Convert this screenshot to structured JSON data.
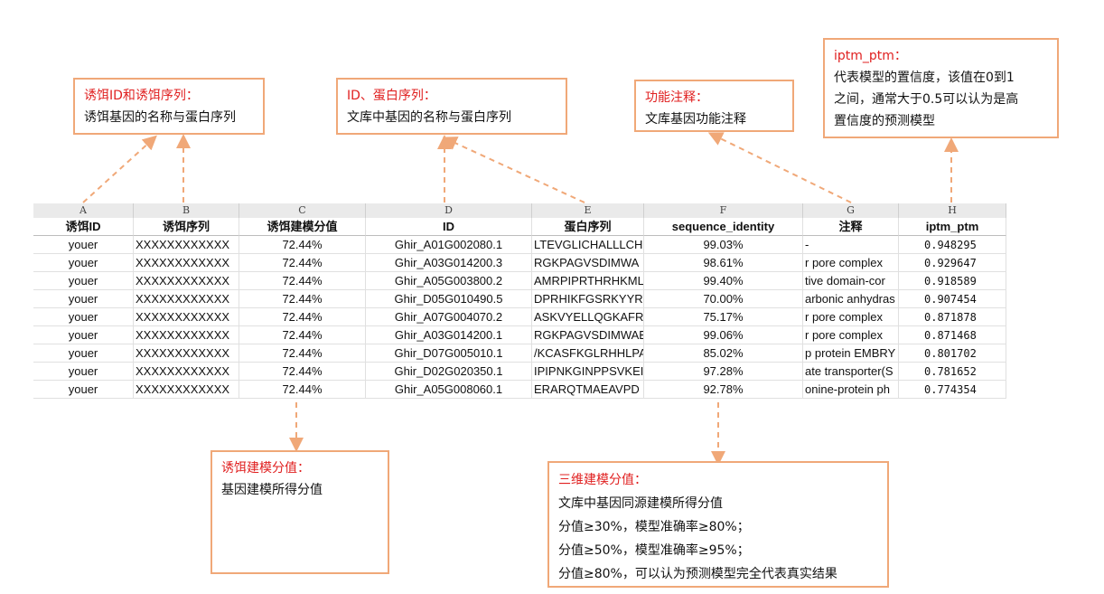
{
  "notes": {
    "bait": {
      "title": "诱饵ID和诱饵序列：",
      "lines": [
        "诱饵基因的名称与蛋白序列"
      ]
    },
    "id_seq": {
      "title": "ID、蛋白序列：",
      "lines": [
        "文库中基因的名称与蛋白序列"
      ]
    },
    "func": {
      "title": "功能注释：",
      "lines": [
        "文库基因功能注释"
      ]
    },
    "iptm": {
      "title": "iptm_ptm：",
      "lines": [
        "代表模型的置信度，该值在0到1",
        "之间，通常大于0.5可以认为是高",
        "置信度的预测模型"
      ]
    },
    "score": {
      "title": "诱饵建模分值：",
      "lines": [
        "基因建模所得分值"
      ]
    },
    "tri": {
      "title": "三维建模分值：",
      "lines": [
        "文库中基因同源建模所得分值",
        "分值≥30%，模型准确率≥80%；",
        "分值≥50%，模型准确率≥95%；",
        "分值≥80%，可以认为预测模型完全代表真实结果"
      ]
    }
  },
  "table": {
    "col_letters": [
      "A",
      "B",
      "C",
      "D",
      "E",
      "F",
      "G",
      "H"
    ],
    "headers": [
      "诱饵ID",
      "诱饵序列",
      "诱饵建模分值",
      "ID",
      "蛋白序列",
      "sequence_identity",
      "注释",
      "iptm_ptm"
    ],
    "rows": [
      [
        "youer",
        "XXXXXXXXXXXX",
        "72.44%",
        "Ghir_A01G002080.1",
        "LTEVGLICHALLLCH",
        "99.03%",
        "-",
        "0.948295"
      ],
      [
        "youer",
        "XXXXXXXXXXXX",
        "72.44%",
        "Ghir_A03G014200.3",
        "RGKPAGVSDIMWA",
        "98.61%",
        "r pore complex",
        "0.929647"
      ],
      [
        "youer",
        "XXXXXXXXXXXX",
        "72.44%",
        "Ghir_A05G003800.2",
        "AMRPIPRTHRHKML",
        "99.40%",
        "tive domain-cor",
        "0.918589"
      ],
      [
        "youer",
        "XXXXXXXXXXXX",
        "72.44%",
        "Ghir_D05G010490.5",
        "DPRHIKFGSRKYYRY",
        "70.00%",
        "arbonic anhydras",
        "0.907454"
      ],
      [
        "youer",
        "XXXXXXXXXXXX",
        "72.44%",
        "Ghir_A07G004070.2",
        "ASKVYELLQGKAFRS",
        "75.17%",
        "r pore complex",
        "0.871878"
      ],
      [
        "youer",
        "XXXXXXXXXXXX",
        "72.44%",
        "Ghir_A03G014200.1",
        "RGKPAGVSDIMWAE",
        "99.06%",
        "r pore complex",
        "0.871468"
      ],
      [
        "youer",
        "XXXXXXXXXXXX",
        "72.44%",
        "Ghir_D07G005010.1",
        "/KCASFKGLRHHLPA",
        "85.02%",
        "p protein EMBRY",
        "0.801702"
      ],
      [
        "youer",
        "XXXXXXXXXXXX",
        "72.44%",
        "Ghir_D02G020350.1",
        "IPIPNKGINPPSVKEIF",
        "97.28%",
        "ate transporter(S",
        "0.781652"
      ],
      [
        "youer",
        "XXXXXXXXXXXX",
        "72.44%",
        "Ghir_A05G008060.1",
        "ERARQTMAEAVPD",
        "92.78%",
        "onine-protein ph",
        "0.774354"
      ]
    ]
  }
}
